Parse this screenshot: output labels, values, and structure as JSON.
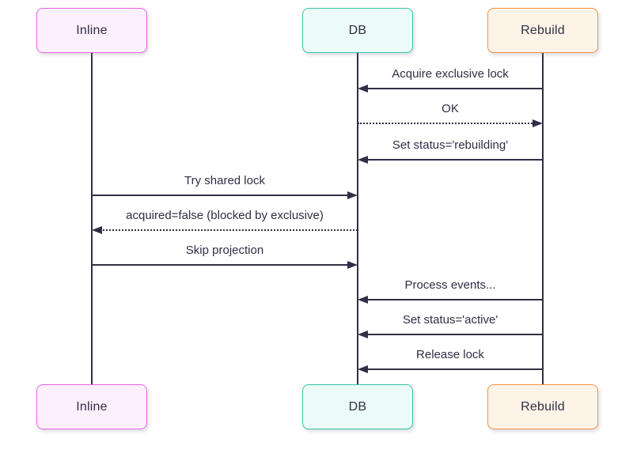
{
  "diagram": {
    "type": "sequence",
    "background_color": "#ffffff",
    "line_color": "#2f2f45",
    "text_color": "#2f2f45",
    "actors": [
      {
        "id": "inline",
        "label": "Inline",
        "fill": "#fdf0fd",
        "border": "#e664e6"
      },
      {
        "id": "db",
        "label": "DB",
        "fill": "#ecfbf7",
        "border": "#2ec6a9"
      },
      {
        "id": "rebuild",
        "label": "Rebuild",
        "fill": "#fef3e7",
        "border": "#f39242"
      }
    ],
    "messages": [
      {
        "text": "Acquire exclusive lock",
        "from": "rebuild",
        "to": "db",
        "line": "solid"
      },
      {
        "text": "OK",
        "from": "db",
        "to": "rebuild",
        "line": "dashed"
      },
      {
        "text": "Set status='rebuilding'",
        "from": "rebuild",
        "to": "db",
        "line": "solid"
      },
      {
        "text": "Try shared lock",
        "from": "inline",
        "to": "db",
        "line": "solid"
      },
      {
        "text": "acquired=false (blocked by exclusive)",
        "from": "db",
        "to": "inline",
        "line": "dashed"
      },
      {
        "text": "Skip projection",
        "from": "inline",
        "to": "db",
        "line": "solid"
      },
      {
        "text": "Process events...",
        "from": "rebuild",
        "to": "db",
        "line": "solid"
      },
      {
        "text": "Set status='active'",
        "from": "rebuild",
        "to": "db",
        "line": "solid"
      },
      {
        "text": "Release lock",
        "from": "rebuild",
        "to": "db",
        "line": "solid"
      }
    ]
  }
}
